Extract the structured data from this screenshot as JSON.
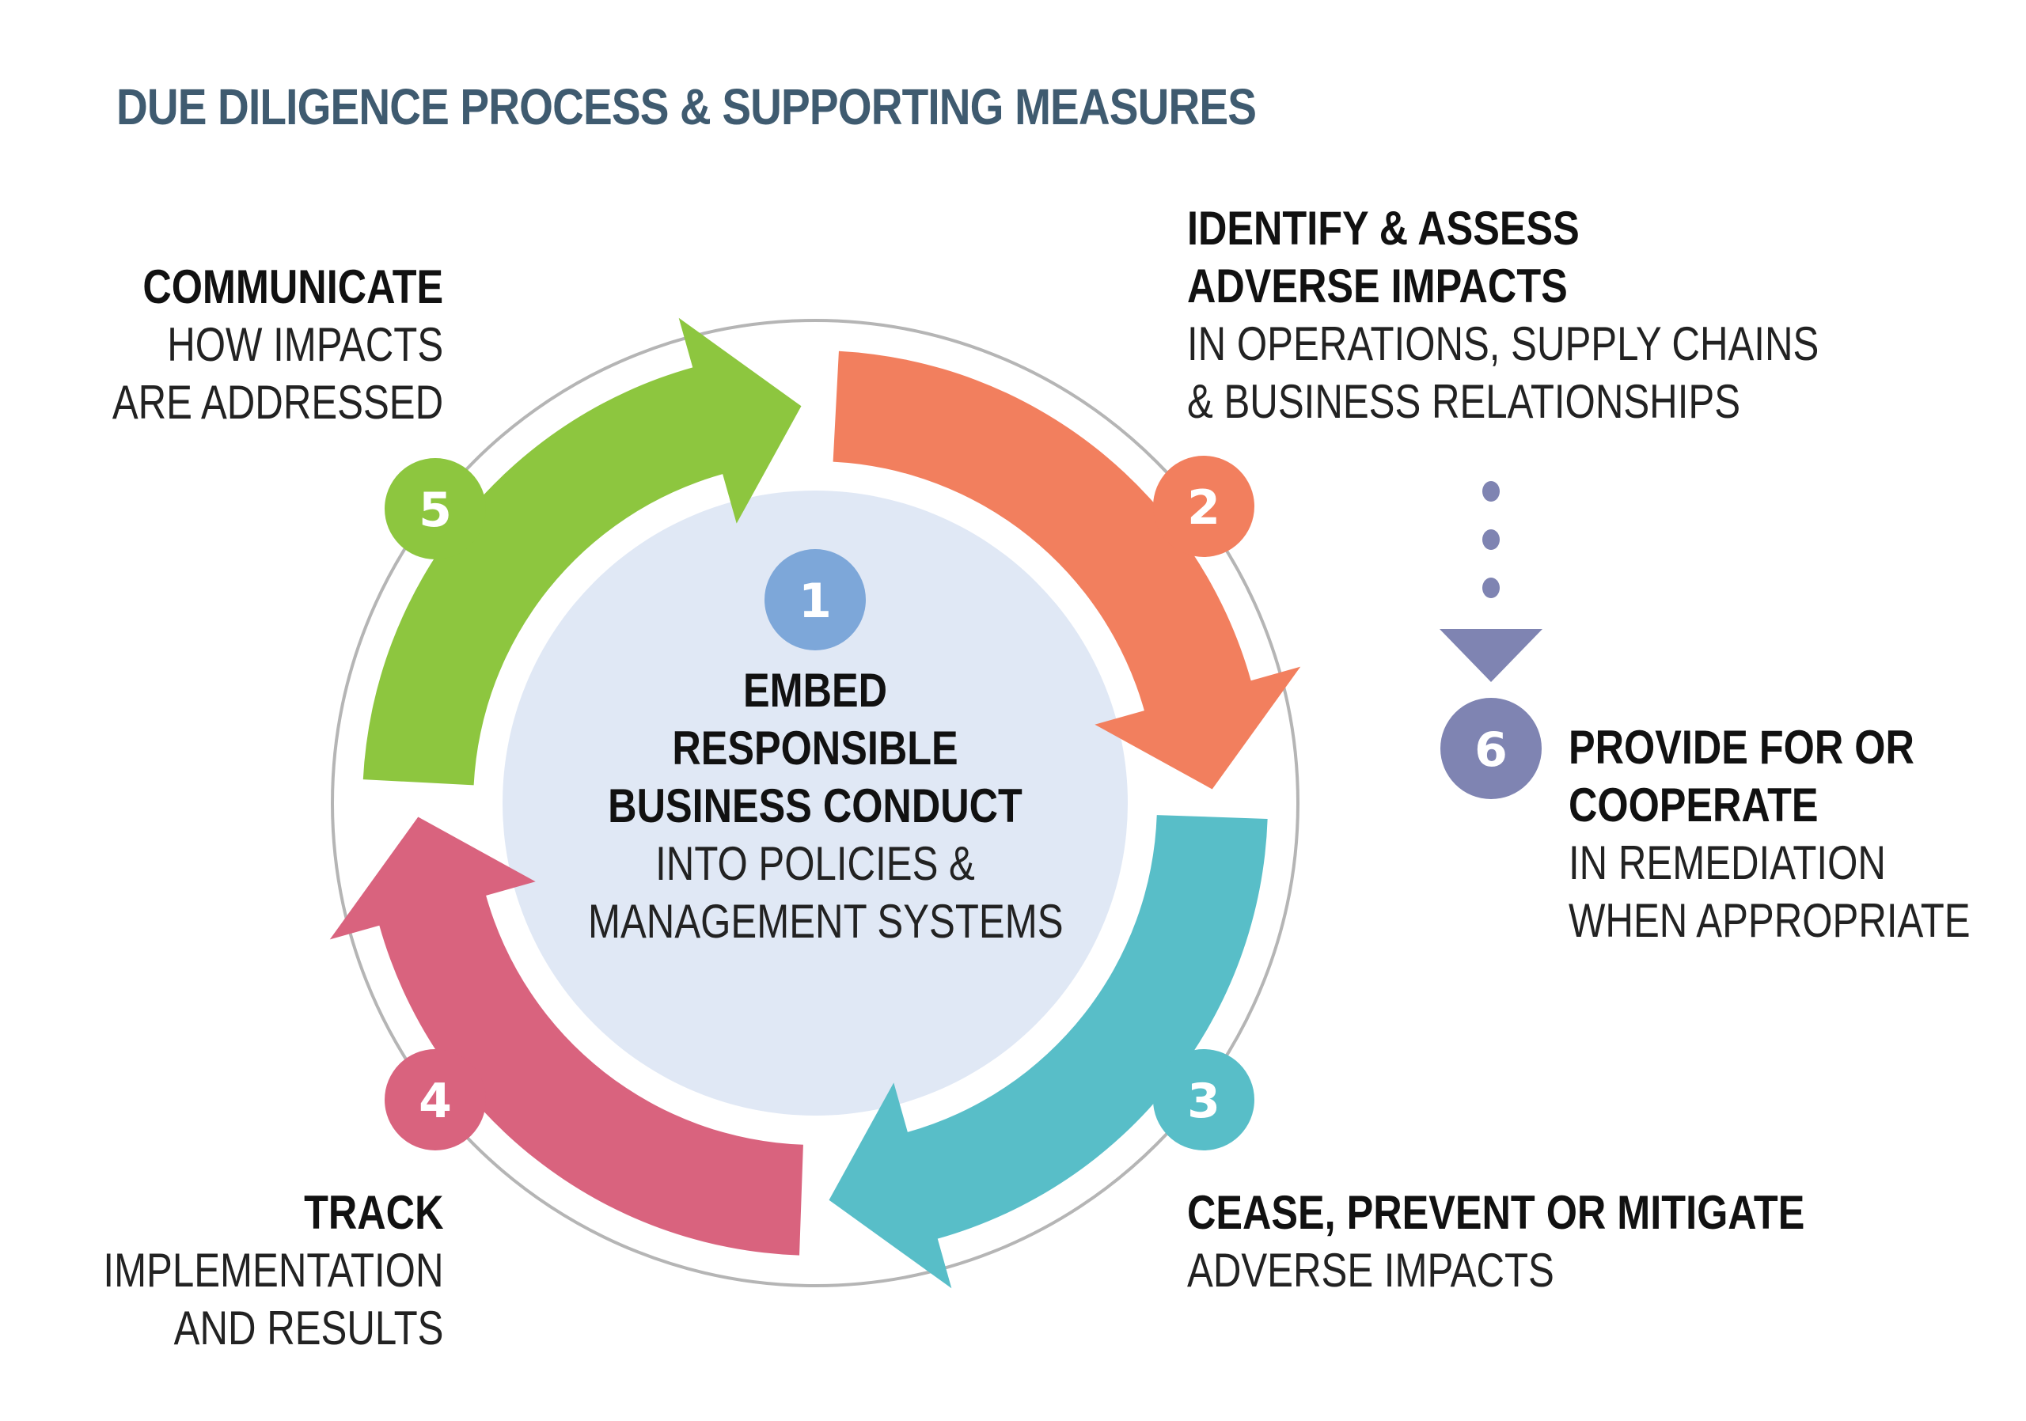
{
  "title": "DUE DILIGENCE PROCESS & SUPPORTING MEASURES",
  "colors": {
    "title": "#3f5b70",
    "ring": "#b5b5b5",
    "center_fill": "#e0e8f5",
    "step1": "#7da7d9",
    "step2": "#f27f5e",
    "step3": "#58bec8",
    "step4": "#d9637e",
    "step5": "#8dc63f",
    "step6": "#7f84b2"
  },
  "steps": [
    {
      "number": "1",
      "heading_lines": [
        "EMBED",
        "RESPONSIBLE",
        "BUSINESS CONDUCT"
      ],
      "sub_lines": [
        "INTO POLICIES &",
        "MANAGEMENT SYSTEMS"
      ]
    },
    {
      "number": "2",
      "heading_lines": [
        "IDENTIFY & ASSESS",
        "ADVERSE IMPACTS"
      ],
      "sub_lines": [
        "IN OPERATIONS, SUPPLY CHAINS",
        "& BUSINESS RELATIONSHIPS"
      ]
    },
    {
      "number": "3",
      "heading_lines": [
        "CEASE, PREVENT OR MITIGATE"
      ],
      "sub_lines": [
        "ADVERSE IMPACTS"
      ]
    },
    {
      "number": "4",
      "heading_lines": [
        "TRACK"
      ],
      "sub_lines": [
        "IMPLEMENTATION",
        "AND RESULTS"
      ]
    },
    {
      "number": "5",
      "heading_lines": [
        "COMMUNICATE"
      ],
      "sub_lines": [
        "HOW IMPACTS",
        "ARE ADDRESSED"
      ]
    },
    {
      "number": "6",
      "heading_lines": [
        "PROVIDE FOR OR",
        "COOPERATE"
      ],
      "sub_lines": [
        "IN REMEDIATION",
        "WHEN APPROPRIATE"
      ]
    }
  ]
}
